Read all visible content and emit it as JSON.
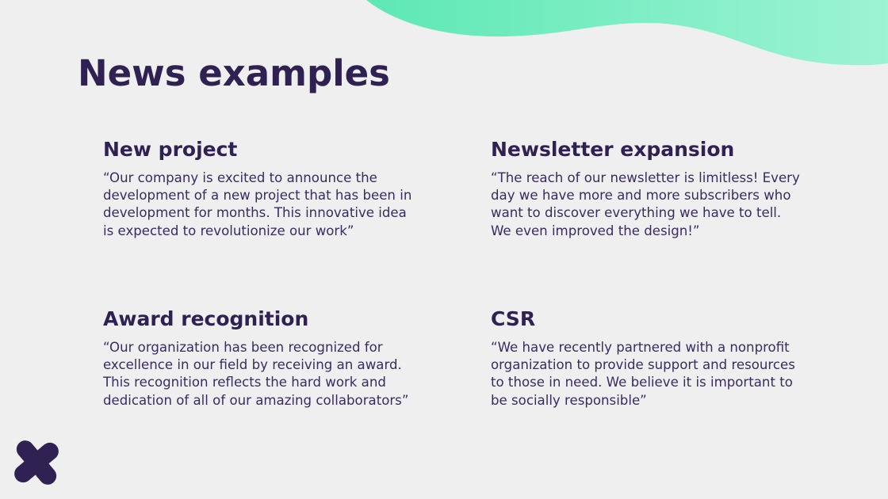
{
  "slide": {
    "title": "News examples",
    "accent_color": "#2f2152",
    "wave_color_start": "#5de8b4",
    "wave_color_end": "#9df3d4",
    "cards": [
      {
        "heading": "New project",
        "body": "“Our company is excited to announce the development of a new project that has been in development for months. This innovative idea is expected to revolutionize our work”"
      },
      {
        "heading": "Newsletter expansion",
        "body": "“The reach of our newsletter is limitless! Every day we have more and more subscribers who want to discover everything we have to tell. We even improved the design!”"
      },
      {
        "heading": "Award recognition",
        "body": "“Our organization has been recognized for excellence in our field by receiving an award. This recognition reflects the hard work and dedication of all of our amazing collaborators”"
      },
      {
        "heading": "CSR",
        "body": "“We have recently partnered with a nonprofit organization to provide support and resources to those in need. We believe it is important to be socially responsible”"
      }
    ]
  }
}
